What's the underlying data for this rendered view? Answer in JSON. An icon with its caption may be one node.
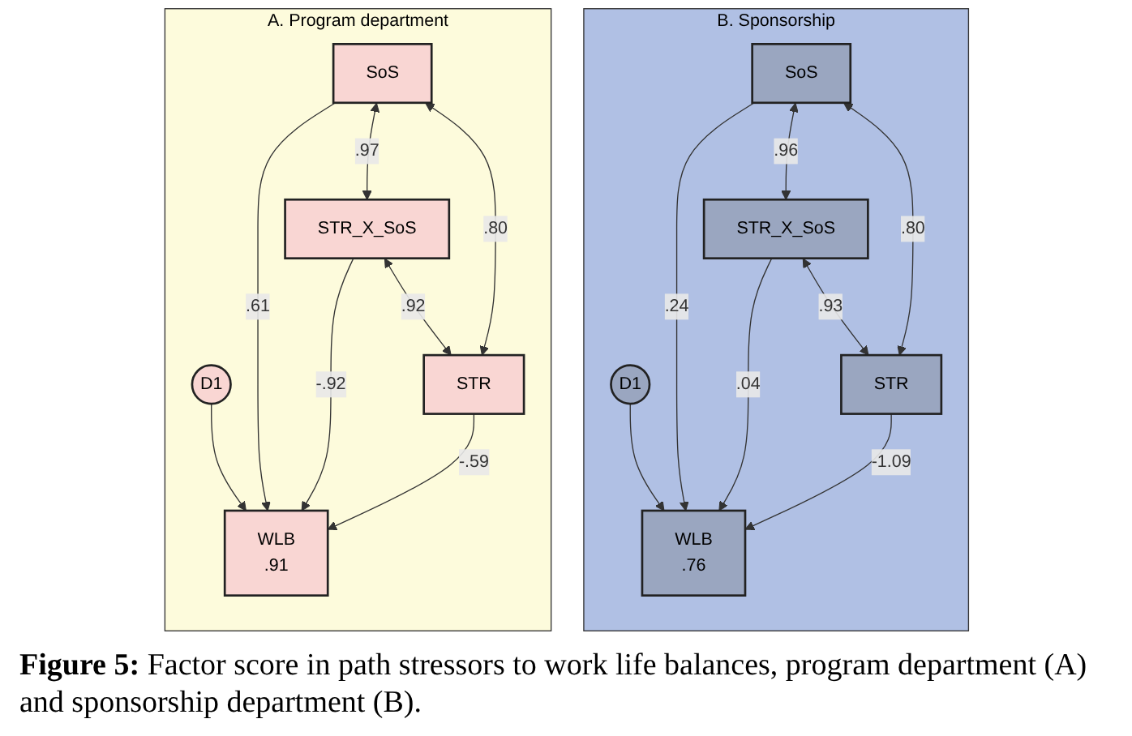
{
  "diagram": {
    "caption": "**Figure 5:** Factor score in path stressors to work life balances, program department (A) and sponsorship department (B).",
    "nodes": [
      {
        "text": [
          "A. Program department"
        ]
      },
      {
        "text": [
          "SoS"
        ],
        "in": 0
      },
      {
        "text": [
          "D1"
        ],
        "in": 0
      },
      {
        "text": [
          "STR_X_SoS"
        ],
        "in": 0
      },
      {
        "text": [
          "WLB",
          ".91"
        ],
        "in": 0
      },
      {
        "text": [
          "STR"
        ],
        "in": 0
      },
      {
        "text": [
          "B. Sponsorship"
        ]
      },
      {
        "text": [
          "SoS"
        ],
        "in": 6
      },
      {
        "text": [
          "D1"
        ],
        "in": 6
      },
      {
        "text": [
          "STR_X_SoS"
        ],
        "in": 6
      },
      {
        "text": [
          "WLB",
          ".76"
        ],
        "in": 6
      },
      {
        "text": [
          "STR"
        ],
        "in": 6
      }
    ],
    "edges": [
      {
        "from": 1,
        "to": 4,
        "arrow": "to",
        "label": ".61"
      },
      {
        "from": 2,
        "to": 4,
        "arrow": "to"
      },
      {
        "from": 3,
        "to": 4,
        "arrow": "to",
        "label": "-.92"
      },
      {
        "from": 5,
        "to": 4,
        "arrow": "to",
        "label": "-.59"
      },
      {
        "from": 1,
        "to": 3,
        "arrow": "both",
        "label": ".97"
      },
      {
        "from": 1,
        "to": 5,
        "arrow": "both",
        "label": ".80"
      },
      {
        "from": 3,
        "to": 5,
        "arrow": "both",
        "label": ".92"
      },
      {
        "from": 7,
        "to": 10,
        "arrow": "to",
        "label": ".24"
      },
      {
        "from": 8,
        "to": 10,
        "arrow": "to"
      },
      {
        "from": 9,
        "to": 10,
        "arrow": "to",
        "label": ".04"
      },
      {
        "from": 11,
        "to": 10,
        "arrow": "to",
        "label": "-1.09"
      },
      {
        "from": 7,
        "to": 9,
        "arrow": "both",
        "label": ".96"
      },
      {
        "from": 7,
        "to": 11,
        "arrow": "both",
        "label": ".80"
      },
      {
        "from": 9,
        "to": 11,
        "arrow": "both",
        "label": ".93"
      }
    ]
  }
}
